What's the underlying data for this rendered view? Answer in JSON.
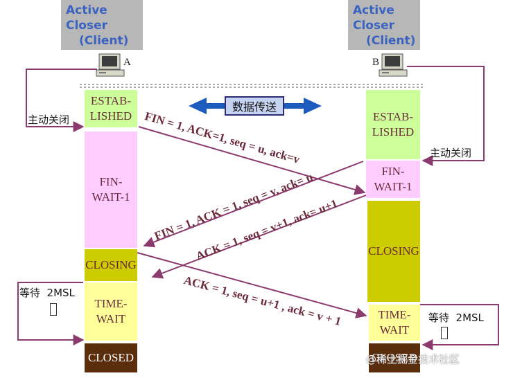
{
  "closers": {
    "left": {
      "line1": "Active",
      "line2": "Closer",
      "line3": "(Client)",
      "host": "A"
    },
    "right": {
      "line1": "Active",
      "line2": "Closer",
      "line3": "(Client)",
      "host": "B"
    }
  },
  "left_states": {
    "estab1": "ESTAB-",
    "estab2": "LISHED",
    "fin1": "FIN-",
    "fin2": "WAIT-1",
    "closing": "CLOSING",
    "tw1": "TIME-",
    "tw2": "WAIT",
    "closed": "CLOSED"
  },
  "right_states": {
    "estab1": "ESTAB-",
    "estab2": "LISHED",
    "fin1": "FIN-",
    "fin2": "WAIT-1",
    "closing": "CLOSING",
    "tw1": "TIME-",
    "tw2": "WAIT",
    "closed": "CLOSED"
  },
  "labels": {
    "active_close_left": "主动关闭",
    "active_close_right": "主动关闭",
    "data_transfer": "数据传送",
    "wait_left": "等待  2MSL",
    "wait_right": "等待  2MSL"
  },
  "messages": {
    "m1": "FIN = 1, ACK=1, seq = u, ack=v",
    "m2": "FIN = 1, ACK = 1, seq = v, ack= u",
    "m3": "ACK = 1, seq = v+1, ack= u+1",
    "m4": "ACK = 1, seq = u+1  , ack = v + 1"
  },
  "watermark": "@稀土掘金技术社区",
  "colors": {
    "established": "#ccff99",
    "fin_wait": "#ffccff",
    "closing": "#cccc00",
    "time_wait": "#ffff99",
    "closed": "#5a2d0c",
    "arrow": "#8b3a6e",
    "data_arrow": "#1e5bbf"
  }
}
